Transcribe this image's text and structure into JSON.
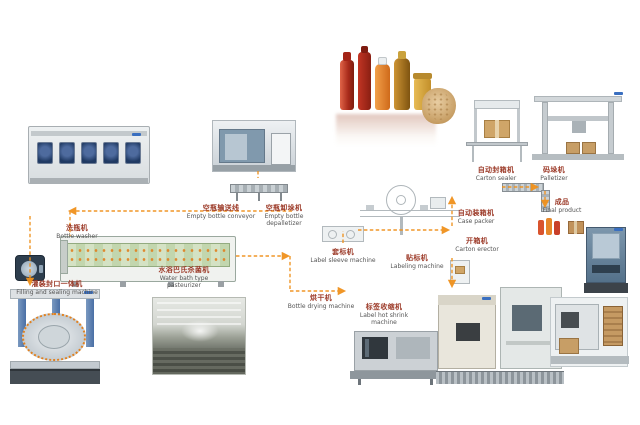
{
  "colors": {
    "flow_line": "#f0911c",
    "label_zh": "#9c3a28",
    "label_en": "#555555",
    "brand_logo": "#3a6fc0"
  },
  "stations": {
    "bottle_washer": {
      "zh": "洗瓶机",
      "en": "Bottle washer"
    },
    "empty_bottle_conveyor": {
      "zh": "空瓶输送线",
      "en": "Empty bottle conveyor"
    },
    "empty_bottle_depalletizer": {
      "zh": "空瓶卸垛机",
      "en": "Empty bottle depalletizer"
    },
    "filling_sealing_machine": {
      "zh": "灌装封口一体机",
      "en": "Filling and sealing machine"
    },
    "water_bath_pasteurizer": {
      "zh": "水浴巴氏杀菌机",
      "en": "Water bath type pasteurizer"
    },
    "bottle_drying_machine": {
      "zh": "烘干机",
      "en": "Bottle drying machine"
    },
    "label_sleeve_machine": {
      "zh": "套标机",
      "en": "Label sleeve machine"
    },
    "labeling_machine": {
      "zh": "贴标机",
      "en": "Labeling machine"
    },
    "label_hot_shrink_machine": {
      "zh": "标签收缩机",
      "en": "Label hot shrink machine"
    },
    "case_packer": {
      "zh": "自动装箱机",
      "en": "Case packer"
    },
    "carton_erector": {
      "zh": "开箱机",
      "en": "Carton erector"
    },
    "carton_sealer": {
      "zh": "自动封箱机",
      "en": "Carton sealer"
    },
    "palletizer": {
      "zh": "码垛机",
      "en": "Palletizer"
    },
    "final_product": {
      "zh": "成品",
      "en": "Final product"
    }
  },
  "graphics": [
    "bottle-washer-machine",
    "empty-bottle-depalletizer-photo",
    "empty-bottle-conveyor-graphic",
    "product-bottles-photo",
    "grains-photo",
    "carton-sealer-machine",
    "palletizer-machine",
    "pasteurizer-machine",
    "filling-machine",
    "pressure-gauge-icon",
    "pasteurizer-tunnel-photo",
    "inspection-conveyor-lineart",
    "sleeve-machine-lineart",
    "label-shrink-machine-photo",
    "case-packer-photo",
    "carton-erector-photo",
    "packing-machine-photo",
    "final-product-icons",
    "output-conveyor-graphic"
  ]
}
